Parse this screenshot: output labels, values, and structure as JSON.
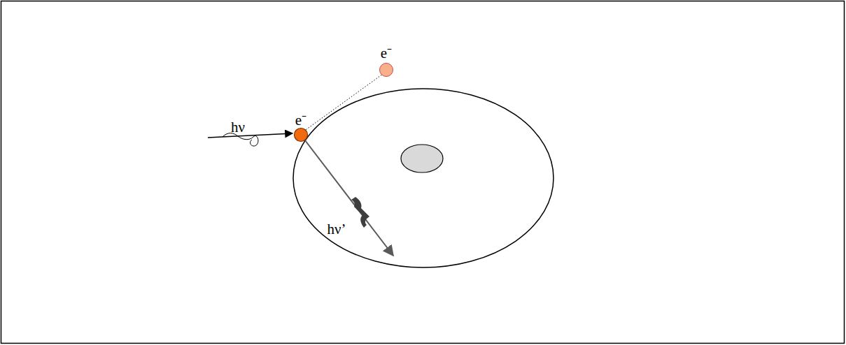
{
  "diagram": {
    "labels": [
      "hν",
      "e⁻",
      "e⁻",
      "hν’"
    ]
  }
}
